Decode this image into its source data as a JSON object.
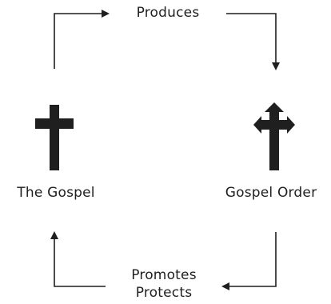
{
  "diagram": {
    "top_label": "Produces",
    "left_label": "The Gospel",
    "right_label": "Gospel Order",
    "bottom_label_line1": "Promotes",
    "bottom_label_line2": "Protects",
    "colors": {
      "line": "#1f1f1f",
      "cross": "#1f1f1f",
      "text": "#1f1f1f",
      "background": "#ffffff"
    },
    "icons": [
      "cross-icon",
      "cross-with-arrows-icon"
    ]
  }
}
